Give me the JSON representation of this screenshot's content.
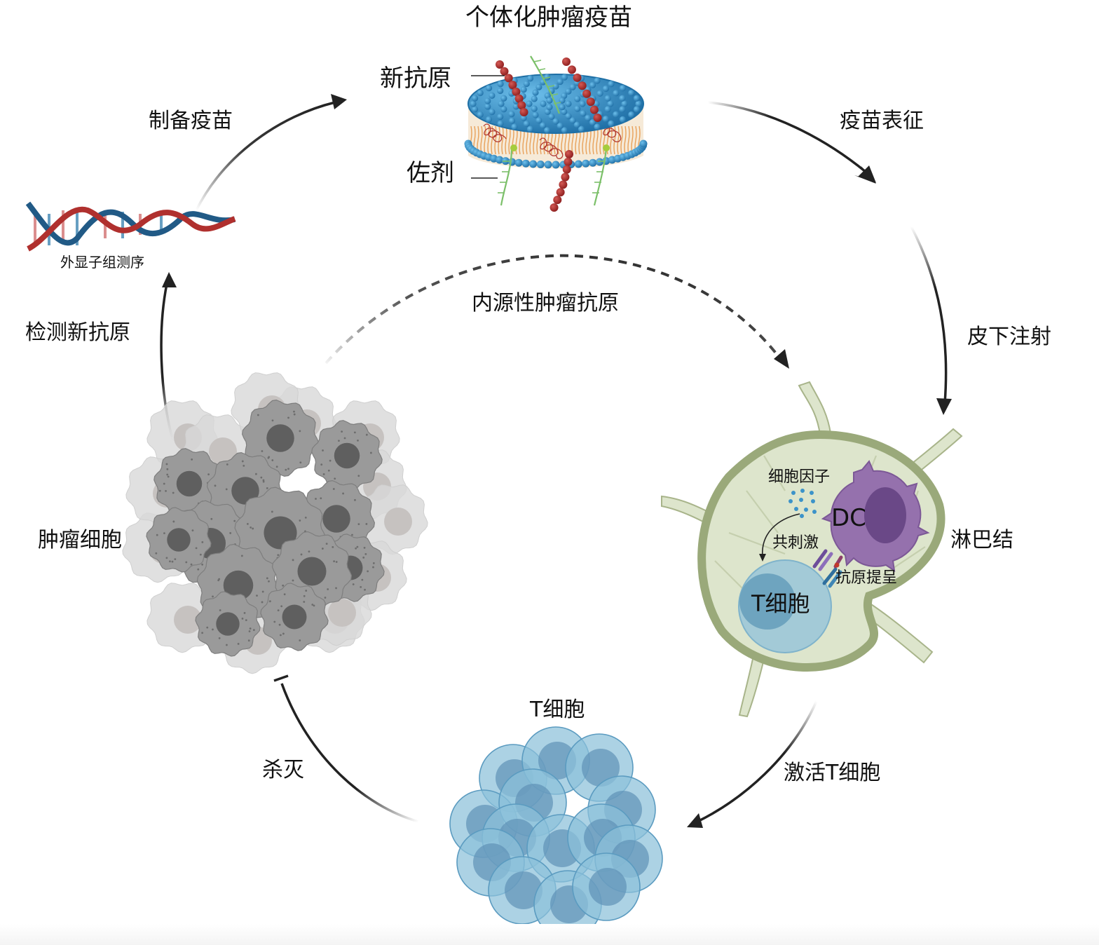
{
  "diagram": {
    "type": "cycle",
    "title": "个体化肿瘤疫苗",
    "vaccine_parts": {
      "neoantigen": "新抗原",
      "adjuvant": "佐剂"
    },
    "nodes": {
      "sequencing": "外显子组测序",
      "tumor_cells": "肿瘤细胞",
      "lymph_node": "淋巴结",
      "t_cells": "T细胞"
    },
    "lymph_node_detail": {
      "cytokines": "细胞因子",
      "dc": "DC",
      "costimulation": "共刺激",
      "antigen_presentation": "抗原提呈",
      "t_cell": "T细胞"
    },
    "steps": {
      "prepare_vaccine": "制备疫苗",
      "vaccine_characterization": "疫苗表征",
      "subcutaneous_injection": "皮下注射",
      "activate_t_cells": "激活T细胞",
      "kill": "杀灭",
      "detect_neoantigens": "检测新抗原",
      "endogenous_antigens": "内源性肿瘤抗原"
    },
    "colors": {
      "arrow": "#222222",
      "dna_red": "#b0302e",
      "dna_blue": "#215a86",
      "lipid_blue": "#2f86bd",
      "peptide_red": "#a52a2a",
      "rna_green": "#7cc06a",
      "tumor_gray": "#8e8e8e",
      "tumor_nucleus": "#5f5f5f",
      "tcell_blue": "#8cc0da",
      "tcell_nucleus": "#5f92b7",
      "lymph_fill": "#dde5cc",
      "lymph_border": "#9aa97a",
      "dc_purple": "#9571ad",
      "dc_nucleus": "#6a4887"
    }
  }
}
